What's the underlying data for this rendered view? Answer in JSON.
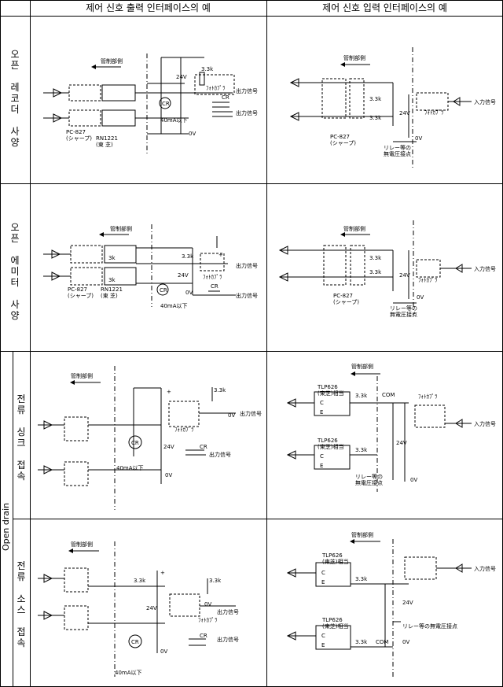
{
  "table": {
    "header_left": "",
    "header_output": "제어 신호 출력 인터페이스의 예",
    "header_input": "제어 신호 입력 인터페이스의 예",
    "rows": [
      {
        "label": [
          "오",
          "픈",
          "",
          "레",
          "코",
          "더",
          "",
          "사",
          "양"
        ]
      },
      {
        "label": [
          "오",
          "픈",
          "",
          "에",
          "미",
          "터",
          "",
          "사",
          "양"
        ]
      },
      {
        "label": [
          "전",
          "류",
          "",
          "싱",
          "크",
          "",
          "접",
          "속"
        ]
      },
      {
        "label": [
          "전",
          "류",
          "",
          "소",
          "스",
          "",
          "접",
          "속"
        ]
      }
    ],
    "group_label": "Open drain"
  },
  "schematic_labels": {
    "control_side": "管制部側",
    "output_signal": "出力信号",
    "input_signal": "入力信号",
    "photocoupler": "ﾌｫﾄｶﾌﾟﾗ",
    "pc827": "PC-827",
    "sharp": "(シャープ)",
    "rn1221": "RN1221",
    "toshiba_paren": "(東 芝)",
    "current_40ma": "40mA以下",
    "v24": "24V",
    "v0": "0V",
    "r33k": "3.3k",
    "r3k": "3k",
    "cr": "CR",
    "relay_contact": "リレー等の",
    "no_voltage_contact": "無電圧接点",
    "relay_contact_full": "リレー等の無電圧接点",
    "tlp626": "TLP626",
    "toshiba_equiv": "(東芝)相当",
    "com": "COM",
    "plus": "+",
    "c": "C",
    "e": "E"
  }
}
